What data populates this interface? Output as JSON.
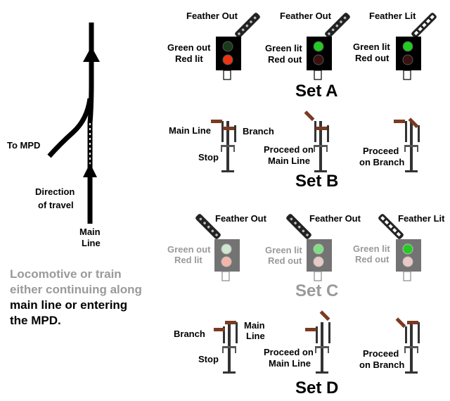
{
  "track": {
    "to_mpd": "To MPD",
    "direction_line1": "Direction",
    "direction_line2": "of travel",
    "main_line1": "Main",
    "main_line2": "Line"
  },
  "caption": {
    "line1": "Locomotive or train",
    "line2": "either continuing along",
    "line3": "main line or entering",
    "line4": "the MPD."
  },
  "set_a": {
    "title": "Set A",
    "sig1": {
      "feather": "Feather Out",
      "aspect1": "Green out",
      "aspect2": "Red lit"
    },
    "sig2": {
      "feather": "Feather Out",
      "aspect1": "Green lit",
      "aspect2": "Red out"
    },
    "sig3": {
      "feather": "Feather Lit",
      "aspect1": "Green lit",
      "aspect2": "Red out"
    }
  },
  "set_b": {
    "title": "Set B",
    "sig1": {
      "main_line": "Main Line",
      "branch": "Branch",
      "stop": "Stop"
    },
    "sig2": {
      "line1": "Proceed on",
      "line2": "Main Line"
    },
    "sig3": {
      "line1": "Proceed",
      "line2": "on Branch"
    }
  },
  "set_c": {
    "title": "Set C",
    "sig1": {
      "feather": "Feather Out",
      "aspect1": "Green out",
      "aspect2": "Red lit"
    },
    "sig2": {
      "feather": "Feather Out",
      "aspect1": "Green lit",
      "aspect2": "Red out"
    },
    "sig3": {
      "feather": "Feather Lit",
      "aspect1": "Green lit",
      "aspect2": "Red out"
    }
  },
  "set_d": {
    "title": "Set D",
    "sig1": {
      "branch": "Branch",
      "main_line1": "Main",
      "main_line2": "Line",
      "stop": "Stop"
    },
    "sig2": {
      "line1": "Proceed on",
      "line2": "Main Line"
    },
    "sig3": {
      "line1": "Proceed",
      "line2": "on Branch"
    }
  },
  "colors": {
    "green_lit": "#22cc22",
    "green_out": "#1a3a1a",
    "red_lit": "#ee3311",
    "red_out": "#3a1010",
    "caption_grey": "#9a9a9a"
  }
}
